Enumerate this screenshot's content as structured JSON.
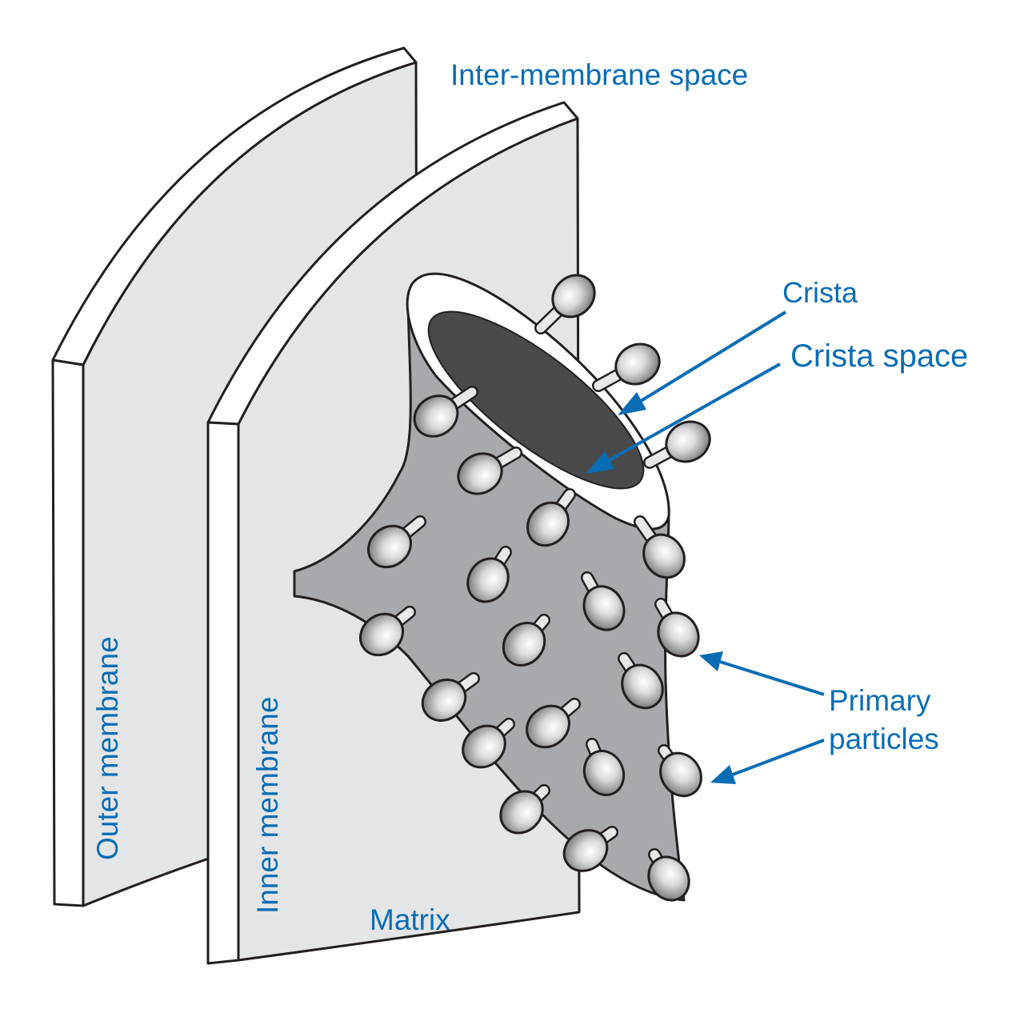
{
  "labels": {
    "intermembrane_space": "Inter-membrane space",
    "crista": "Crista",
    "crista_space": "Crista space",
    "primary_particles_line1": "Primary",
    "primary_particles_line2": "particles",
    "outer_membrane": "Outer membrane",
    "inner_membrane": "Inner membrane",
    "matrix": "Matrix"
  },
  "colors": {
    "label_blue": "#0a6db4",
    "membrane_face": "#e4e5e6",
    "crista_surface": "#a7a9ac",
    "crista_space": "#4a4a4c",
    "outline": "#231f20"
  }
}
